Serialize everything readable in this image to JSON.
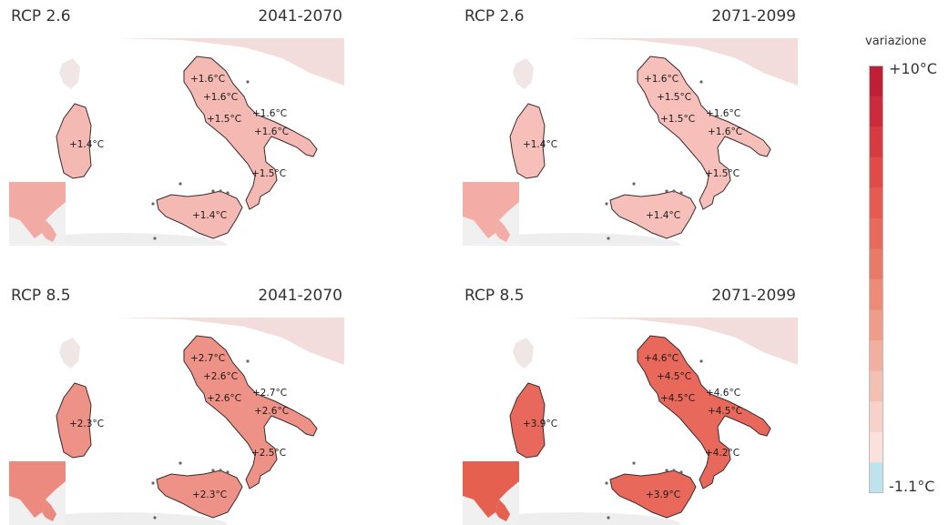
{
  "panels": [
    {
      "scenario": "RCP 2.6",
      "period": "2041-2070",
      "fill": "#f5b9b4",
      "inset_fill": "#f2aaa4",
      "labels": {
        "abruzzo": "+1.6°C",
        "lazio": "+1.6°C",
        "campania": "+1.5°C",
        "molise": "+1.6°C",
        "puglia": "+1.6°C",
        "calabria": "+1.5°C",
        "sicilia": "+1.4°C",
        "sardegna": "+1.4°C"
      }
    },
    {
      "scenario": "RCP 2.6",
      "period": "2071-2099",
      "fill": "#f6bfba",
      "inset_fill": "#f3aca6",
      "labels": {
        "abruzzo": "+1.6°C",
        "lazio": "+1.5°C",
        "campania": "+1.5°C",
        "molise": "+1.6°C",
        "puglia": "+1.6°C",
        "calabria": "+1.5°C",
        "sicilia": "+1.4°C",
        "sardegna": "+1.4°C"
      }
    },
    {
      "scenario": "RCP 8.5",
      "period": "2041-2070",
      "fill": "#ee9288",
      "inset_fill": "#ec8a80",
      "labels": {
        "abruzzo": "+2.7°C",
        "lazio": "+2.6°C",
        "campania": "+2.6°C",
        "molise": "+2.7°C",
        "puglia": "+2.6°C",
        "calabria": "+2.5°C",
        "sicilia": "+2.3°C",
        "sardegna": "+2.3°C"
      }
    },
    {
      "scenario": "RCP 8.5",
      "period": "2071-2099",
      "fill": "#e8695b",
      "inset_fill": "#e5604f",
      "labels": {
        "abruzzo": "+4.6°C",
        "lazio": "+4.5°C",
        "campania": "+4.5°C",
        "molise": "+4.6°C",
        "puglia": "+4.5°C",
        "calabria": "+4.2°C",
        "sicilia": "+3.9°C",
        "sardegna": "+3.9°C"
      }
    }
  ],
  "legend": {
    "title": "variazione",
    "max_label": "+10°C",
    "min_label": "-1.1°C",
    "colors": [
      "#c01e35",
      "#cd2b3c",
      "#d83a42",
      "#e04a48",
      "#e45b51",
      "#e76a5c",
      "#e97a68",
      "#ec8b78",
      "#ef9c8b",
      "#f2ae9f",
      "#f5c0b4",
      "#f8d2ca",
      "#fbe1dc",
      "#bfe3ee"
    ]
  }
}
